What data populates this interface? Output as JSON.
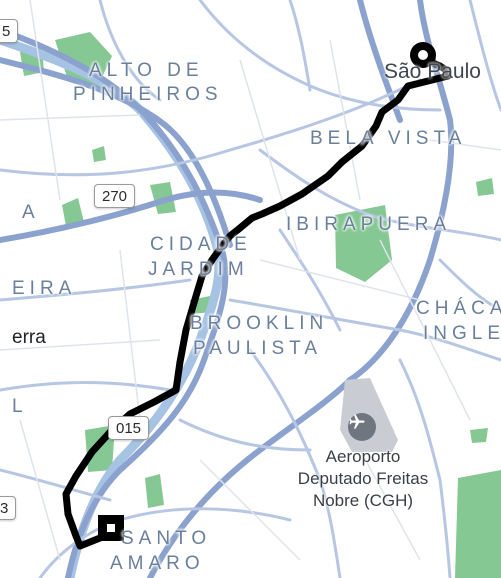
{
  "map": {
    "districts": {
      "alto_de_pinheiros_1": "ALTO DE",
      "alto_de_pinheiros_2": "PINHEIROS",
      "bela_vista": "BELA VISTA",
      "ibirapuera": "IBIRAPUERA",
      "cidade_jardim_1": "CIDADE",
      "cidade_jardim_2": "JARDIM",
      "brooklin_paulista_1": "BROOKLIN",
      "brooklin_paulista_2": "PAULISTA",
      "chacara_1": "CHÁCA",
      "chacara_2": "INGLE",
      "santo_amaro_1": "SANTO",
      "santo_amaro_2": "AMARO",
      "left_edge_a": "A",
      "left_edge_eira": "EIRA",
      "left_edge_l": "L"
    },
    "city_label": "São Paulo",
    "left_edge_dark": "erra",
    "airport": {
      "line1": "Aeroporto",
      "line2": "Deputado Freitas",
      "line3": "Nobre (CGH)",
      "icon": "airplane-icon"
    },
    "road_shields": {
      "r270": "270",
      "r015": "015",
      "partial_top": "5",
      "partial_bottom": "3"
    },
    "route": {
      "color": "#000000",
      "start_marker": "circle-marker",
      "end_marker": "square-marker"
    },
    "colors": {
      "park": "#7cc48a",
      "road": "#8fa6cf",
      "river": "#9fbde0",
      "airport_area": "#c8cbd0"
    }
  }
}
